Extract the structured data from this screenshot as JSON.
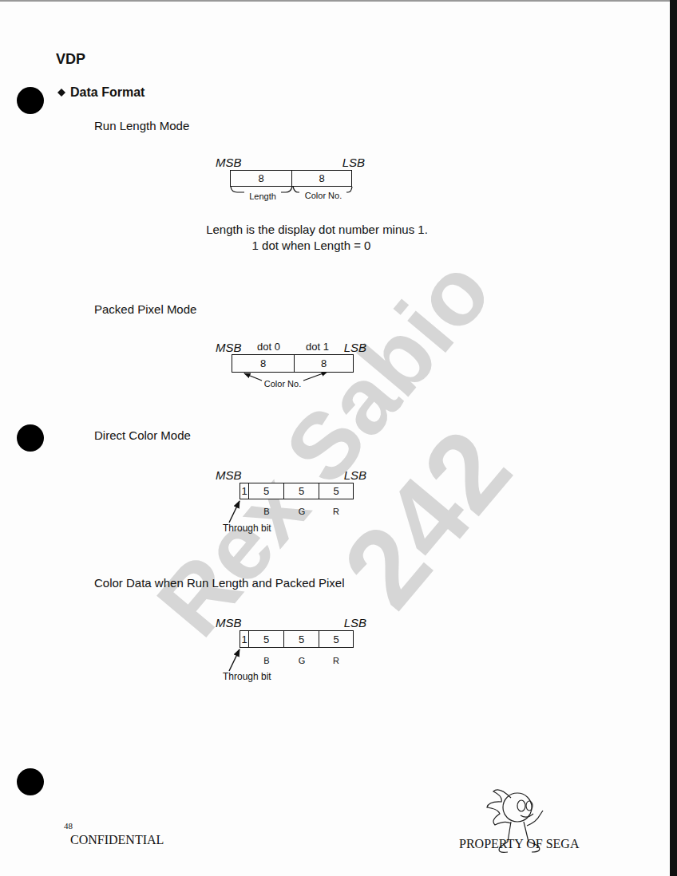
{
  "diagram": {
    "title": "VDP",
    "nodes": [
      {
        "text": [
          "8"
        ]
      },
      {
        "text": [
          "8"
        ]
      },
      {
        "text": [
          "8"
        ]
      },
      {
        "text": [
          "8"
        ]
      },
      {
        "text": [
          "1"
        ]
      },
      {
        "text": [
          "5"
        ]
      },
      {
        "text": [
          "5"
        ]
      },
      {
        "text": [
          "5"
        ]
      },
      {
        "text": [
          "1"
        ]
      },
      {
        "text": [
          "5"
        ]
      },
      {
        "text": [
          "5"
        ]
      },
      {
        "text": [
          "5"
        ]
      }
    ],
    "labels": [
      "Data Format",
      "Run Length Mode",
      "MSB",
      "LSB",
      "Length",
      "Color No.",
      "Length is the display dot number minus 1.",
      "1 dot when Length = 0",
      "Packed Pixel Mode",
      "MSB",
      "dot 0",
      "dot 1",
      "LSB",
      "Color No.",
      "Direct Color Mode",
      "MSB",
      "LSB",
      "B",
      "G",
      "R",
      "Through bit",
      "Color Data when Run Length and Packed Pixel",
      "MSB",
      "LSB",
      "B",
      "G",
      "R",
      "Through bit",
      "48",
      "CONFIDENTIAL",
      "PROPERTY OF SEGA",
      "Rex Sabio",
      "242"
    ]
  }
}
